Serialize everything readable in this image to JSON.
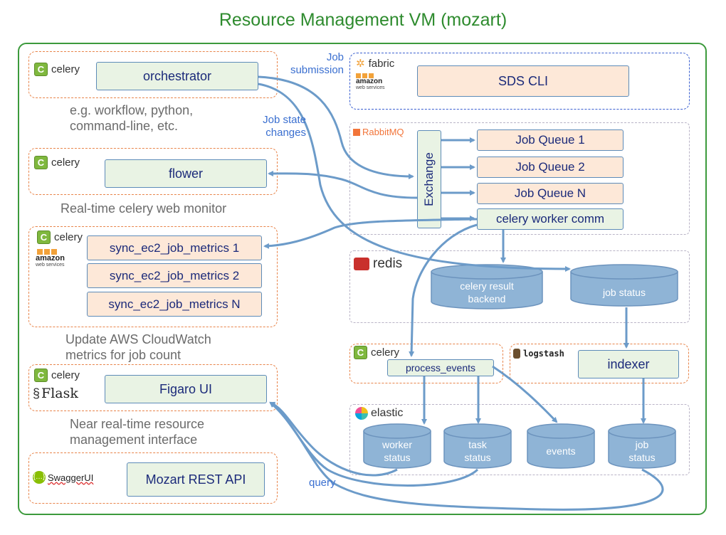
{
  "title": "Resource Management VM (mozart)",
  "labels": {
    "job_submission": "Job submission",
    "job_state_changes": "Job state changes",
    "query": "query"
  },
  "celery": {
    "label": "celery",
    "icon": "C"
  },
  "orchestrator": {
    "name": "orchestrator",
    "caption": "e.g. workflow, python, command-line, etc."
  },
  "flower": {
    "name": "flower",
    "caption": "Real-time celery web monitor"
  },
  "metrics": {
    "workers": [
      "sync_ec2_job_metrics 1",
      "sync_ec2_job_metrics 2",
      "sync_ec2_job_metrics N"
    ],
    "caption": "Update AWS CloudWatch metrics for job count"
  },
  "figaro": {
    "name": "Figaro UI",
    "flask_label": "Flask",
    "caption": "Near real-time resource management interface"
  },
  "rest": {
    "name": "Mozart REST API",
    "swagger_label": "SwaggerUI"
  },
  "fabric": {
    "label": "fabric",
    "amazon_label": "amazon",
    "amazon_sub": "web services",
    "cli": "SDS CLI"
  },
  "rabbitmq": {
    "label": "RabbitMQ",
    "exchange": "Exchange",
    "queues": [
      "Job Queue 1",
      "Job Queue 2",
      "Job Queue N"
    ],
    "worker_comm": "celery worker comm"
  },
  "redis": {
    "label": "redis",
    "cyl1": [
      "celery result",
      "backend"
    ],
    "cyl2": [
      "job status"
    ]
  },
  "process_events": "process_events",
  "logstash": {
    "label": "logstash",
    "indexer": "indexer"
  },
  "elastic": {
    "label": "elastic",
    "cyls": [
      [
        "worker",
        "status"
      ],
      [
        "task",
        "status"
      ],
      [
        "events"
      ],
      [
        "job",
        "status"
      ]
    ]
  },
  "colors": {
    "title_green": "#2e8b2e",
    "arrow_blue": "#6c9bc9",
    "cylinder": "#8fb4d6",
    "orange_dash": "#e8844a"
  }
}
